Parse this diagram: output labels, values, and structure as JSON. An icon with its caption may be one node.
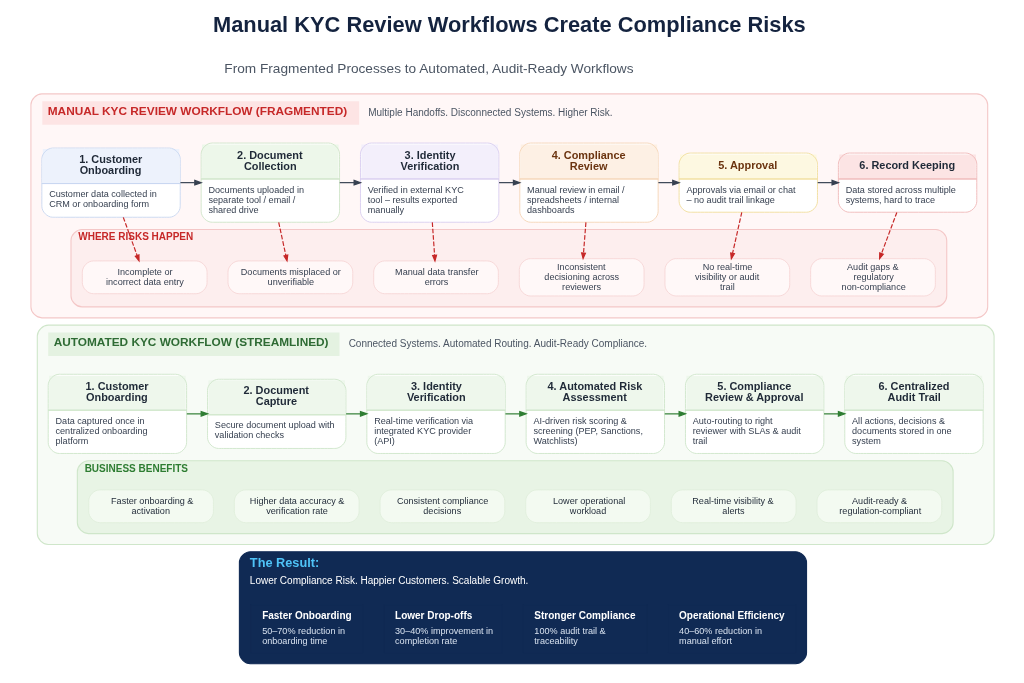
{
  "diagram": {
    "title": "Manual KYC Review Workflows Create Compliance Risks",
    "nodes": [
      {
        "text": [
          "MANUAL KYC REVIEW WORKFLOW (FRAGMENTED)",
          "Multiple Handoffs. Disconnected Systems. Higher Risk."
        ]
      },
      {
        "text": [
          "1. Customer Onboarding",
          "Customer data collected in CRM or onboarding form"
        ],
        "in": 0
      },
      {
        "text": [
          "2. Document Collection",
          "Documents uploaded in separate tool / email / shared drive"
        ],
        "in": 0
      },
      {
        "text": [
          "3. Identity Verification",
          "Verified in external KYC tool – results exported manually"
        ],
        "in": 0
      },
      {
        "text": [
          "4. Compliance Review",
          "Manual review in email / spreadsheets / internal dashboards"
        ],
        "in": 0
      },
      {
        "text": [
          "5. Approval",
          "Approvals via email or chat – no audit trail linkage"
        ],
        "in": 0
      },
      {
        "text": [
          "6. Record Keeping",
          "Data stored across multiple systems, hard to trace"
        ],
        "in": 0
      },
      {
        "text": [
          "WHERE RISKS HAPPEN"
        ],
        "in": 0
      },
      {
        "text": [
          "Incomplete or incorrect data entry"
        ],
        "in": 7
      },
      {
        "text": [
          "Documents misplaced or unverifiable"
        ],
        "in": 7
      },
      {
        "text": [
          "Manual data transfer errors"
        ],
        "in": 7
      },
      {
        "text": [
          "Inconsistent decisioning across reviewers"
        ],
        "in": 7
      },
      {
        "text": [
          "No real-time visibility or audit trail"
        ],
        "in": 7
      },
      {
        "text": [
          "Audit gaps & regulatory non-compliance"
        ],
        "in": 7
      },
      {
        "text": [
          "AUTOMATED KYC WORKFLOW (STREAMLINED)",
          "Connected Systems. Automated Routing. Audit-Ready Compliance."
        ]
      },
      {
        "text": [
          "1. Customer Onboarding",
          "Data captured once in centralized onboarding platform"
        ],
        "in": 14
      },
      {
        "text": [
          "2. Document Capture",
          "Secure document upload with validation checks"
        ],
        "in": 14
      },
      {
        "text": [
          "3. Identity Verification",
          "Real-time verification via integrated KYC provider (API)"
        ],
        "in": 14
      },
      {
        "text": [
          "4. Automated Risk Assessment",
          "AI-driven risk scoring & screening (PEP, Sanctions, Watchlists)"
        ],
        "in": 14
      },
      {
        "text": [
          "5. Compliance Review & Approval",
          "Auto-routing to right reviewer with SLAs & audit trail"
        ],
        "in": 14
      },
      {
        "text": [
          "6. Centralized Audit Trail",
          "All actions, decisions & documents stored in one system"
        ],
        "in": 14
      },
      {
        "text": [
          "BUSINESS BENEFITS"
        ],
        "in": 14
      },
      {
        "text": [
          "Faster onboarding & activation"
        ],
        "in": 21
      },
      {
        "text": [
          "Higher data accuracy & verification rate"
        ],
        "in": 21
      },
      {
        "text": [
          "Consistent compliance decisions"
        ],
        "in": 21
      },
      {
        "text": [
          "Lower operational workload"
        ],
        "in": 21
      },
      {
        "text": [
          "Real-time visibility & alerts"
        ],
        "in": 21
      },
      {
        "text": [
          "Audit-ready & regulation-compliant"
        ],
        "in": 21
      },
      {
        "text": [
          "The Result:",
          "Lower Compliance Risk. Happier Customers. Scalable Growth."
        ]
      },
      {
        "text": [
          "Faster Onboarding",
          "50–70% reduction in onboarding time"
        ],
        "in": 28
      },
      {
        "text": [
          "Lower Drop-offs",
          "30–40% improvement in completion rate"
        ],
        "in": 28
      },
      {
        "text": [
          "Stronger Compliance",
          "100% audit trail & traceability"
        ],
        "in": 28
      },
      {
        "text": [
          "Operational Efficiency",
          "40–60% reduction in manual effort"
        ],
        "in": 28
      }
    ],
    "edges": [
      {
        "from": 1,
        "to": 2,
        "arrow": "to",
        "color": "#374151"
      },
      {
        "from": 2,
        "to": 3,
        "arrow": "to",
        "color": "#374151"
      },
      {
        "from": 3,
        "to": 4,
        "arrow": "to",
        "color": "#374151"
      },
      {
        "from": 4,
        "to": 5,
        "arrow": "to",
        "color": "#374151"
      },
      {
        "from": 5,
        "to": 6,
        "arrow": "to",
        "color": "#374151"
      },
      {
        "from": 1,
        "to": 8,
        "arrow": "to",
        "style": "dashed",
        "color": "#c62828"
      },
      {
        "from": 2,
        "to": 9,
        "arrow": "to",
        "style": "dashed",
        "color": "#c62828"
      },
      {
        "from": 3,
        "to": 10,
        "arrow": "to",
        "style": "dashed",
        "color": "#c62828"
      },
      {
        "from": 4,
        "to": 11,
        "arrow": "to",
        "style": "dashed",
        "color": "#c62828"
      },
      {
        "from": 5,
        "to": 12,
        "arrow": "to",
        "style": "dashed",
        "color": "#c62828"
      },
      {
        "from": 6,
        "to": 13,
        "arrow": "to",
        "style": "dashed",
        "color": "#c62828"
      },
      {
        "from": 15,
        "to": 16,
        "arrow": "to",
        "color": "#2e7d32"
      },
      {
        "from": 16,
        "to": 17,
        "arrow": "to",
        "color": "#2e7d32"
      },
      {
        "from": 17,
        "to": 18,
        "arrow": "to",
        "color": "#2e7d32"
      },
      {
        "from": 18,
        "to": 19,
        "arrow": "to",
        "color": "#2e7d32"
      },
      {
        "from": 19,
        "to": 20,
        "arrow": "to",
        "color": "#2e7d32"
      }
    ],
    "labels": [
      "From Fragmented Processes to Automated, Audit-Ready Workflows"
    ]
  }
}
